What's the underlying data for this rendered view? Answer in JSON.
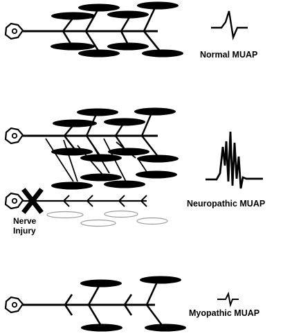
{
  "labels": {
    "normal": "Normal MUAP",
    "neuropathic": "Neuropathic MUAP",
    "nerve_injury_line1": "Nerve",
    "nerve_injury_line2": "Injury",
    "myopathic": "Myopathic MUAP"
  },
  "colors": {
    "ink": "#000000",
    "faded_fiber": "#9a9a9a",
    "background": "#ffffff"
  },
  "icons": {
    "neuron": "neuron-cell-body-icon",
    "injury": "x-mark-icon"
  }
}
